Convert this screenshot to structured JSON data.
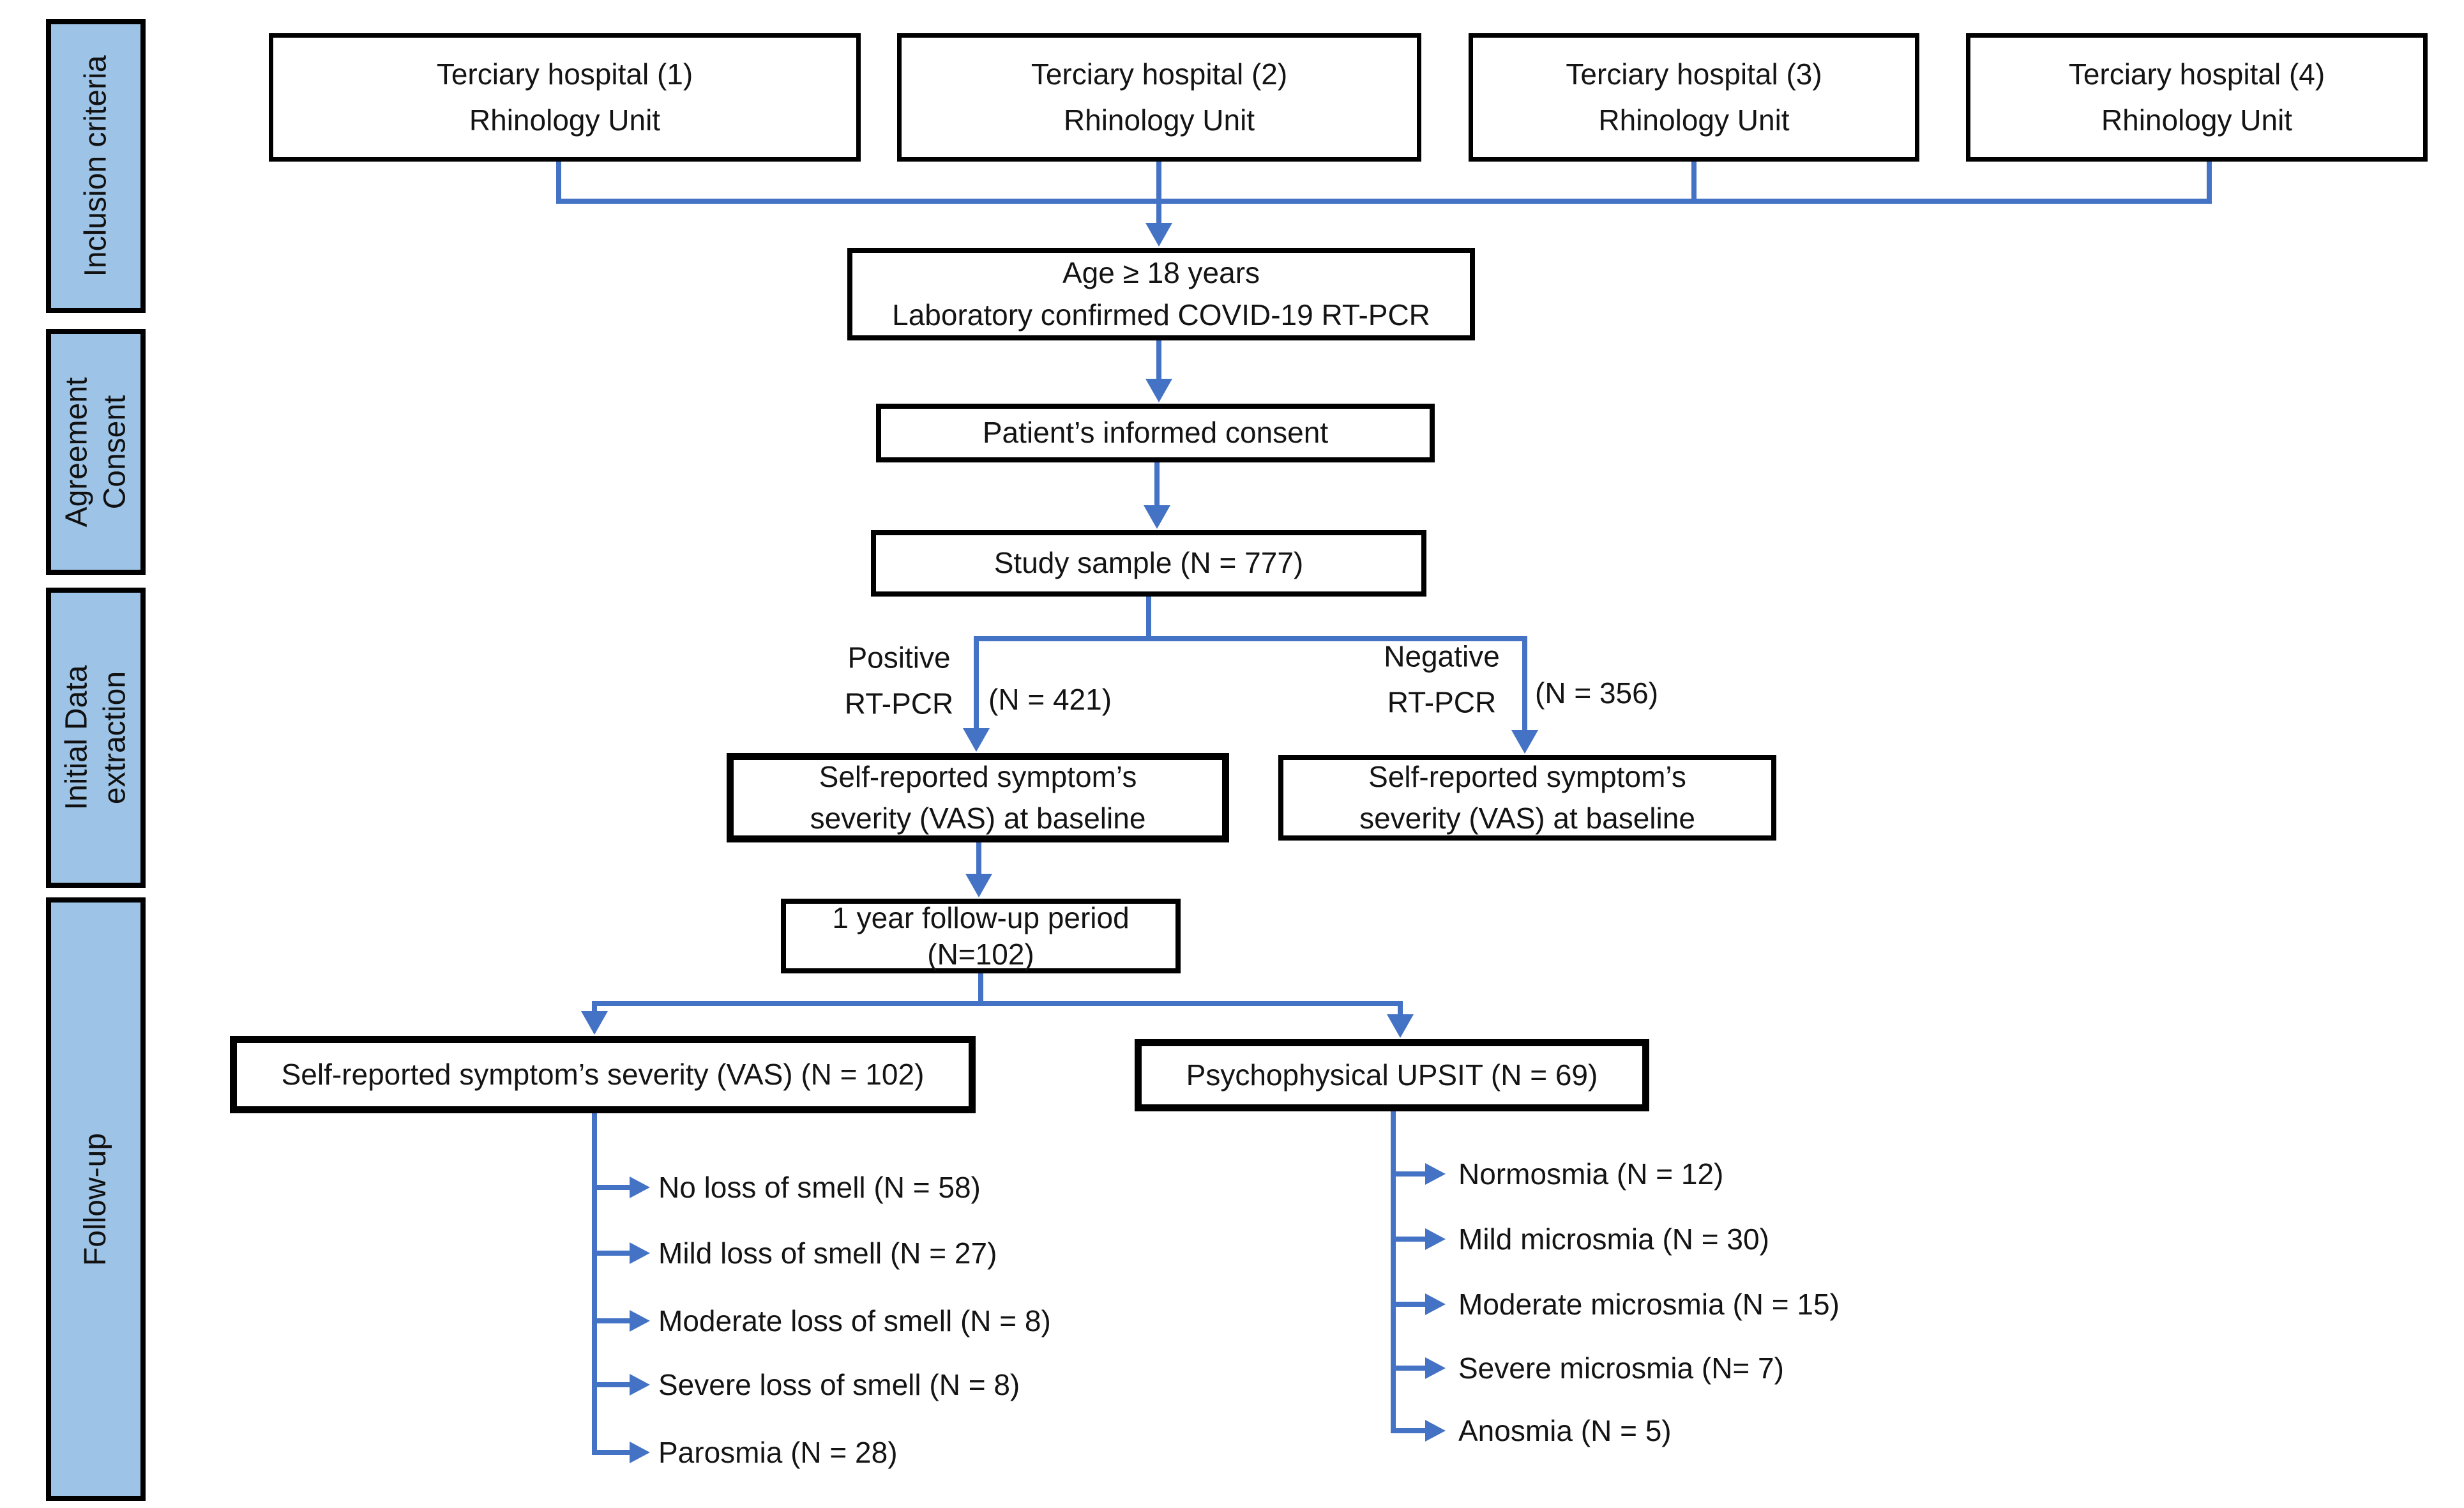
{
  "colors": {
    "arrow_blue": "#4472C4",
    "stage_fill": "#9DC3E6",
    "box_border": "#000000",
    "text": "#141414"
  },
  "sidebar": {
    "stages": [
      {
        "line1": "Inclusion criteria",
        "line2": ""
      },
      {
        "line1": "Agreement",
        "line2": "Consent"
      },
      {
        "line1": "Initial Data",
        "line2": "extraction"
      },
      {
        "line1": "Follow-up",
        "line2": ""
      }
    ]
  },
  "flow": {
    "hospitals": [
      {
        "line1": "Terciary hospital (1)",
        "line2": "Rhinology Unit"
      },
      {
        "line1": "Terciary hospital (2)",
        "line2": "Rhinology Unit"
      },
      {
        "line1": "Terciary hospital (3)",
        "line2": "Rhinology Unit"
      },
      {
        "line1": "Terciary hospital (4)",
        "line2": "Rhinology Unit"
      }
    ],
    "eligibility": {
      "line1": "Age ≥ 18 years",
      "line2": "Laboratory confirmed COVID-19 RT-PCR"
    },
    "consent": {
      "label": "Patient’s informed consent"
    },
    "study_sample": {
      "label": "Study sample (N = 777)"
    },
    "positive": {
      "line1": "Positive",
      "line2": "RT-PCR",
      "count": "(N = 421)"
    },
    "negative": {
      "line1": "Negative",
      "line2": "RT-PCR",
      "count": "(N = 356)"
    },
    "baseline_positive": {
      "line1": "Self-reported symptom’s",
      "line2": "severity (VAS) at baseline"
    },
    "baseline_negative": {
      "line1": "Self-reported symptom’s",
      "line2": "severity (VAS) at baseline"
    },
    "followup_period": {
      "line1": "1 year follow-up period",
      "line2": "(N=102)"
    },
    "vas": {
      "label": "Self-reported symptom’s severity (VAS) (N = 102)",
      "items": [
        "No loss of smell (N = 58)",
        "Mild loss of smell (N = 27)",
        "Moderate loss of smell (N = 8)",
        "Severe loss of smell (N = 8)",
        "Parosmia (N = 28)"
      ]
    },
    "upsit": {
      "label": "Psychophysical UPSIT (N = 69)",
      "items": [
        "Normosmia (N = 12)",
        "Mild microsmia (N = 30)",
        "Moderate microsmia (N = 15)",
        "Severe microsmia (N= 7)",
        "Anosmia (N = 5)"
      ]
    }
  }
}
